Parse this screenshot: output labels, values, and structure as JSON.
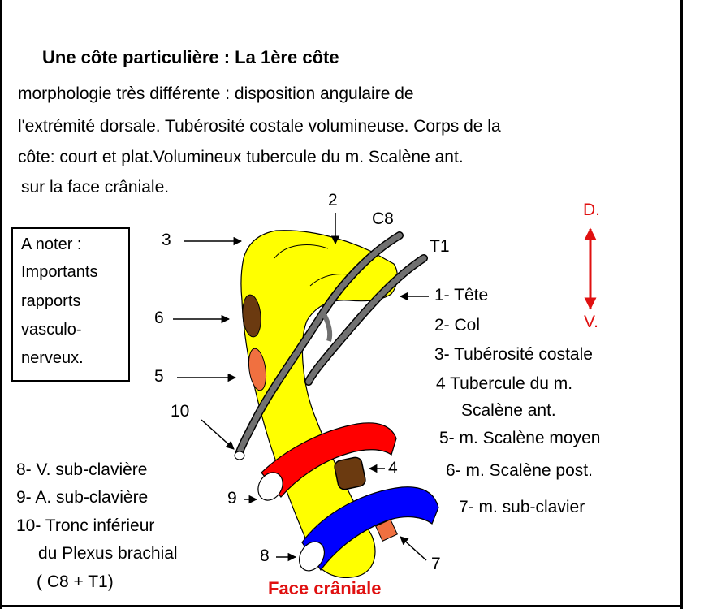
{
  "title": "Une côte particulière : La 1ère côte",
  "description_lines": [
    "morphologie très différente : disposition angulaire de",
    "l'extrémité dorsale. Tubérosité costale volumineuse. Corps de la",
    "côte: court et plat.Volumineux tubercule du  m. Scalène ant.",
    "sur la face  crâniale."
  ],
  "note_lines": [
    "A noter :",
    "Importants",
    "rapports",
    "vasculo-",
    "nerveux."
  ],
  "markers": {
    "n1": "1",
    "n2": "2",
    "n3": "3",
    "n4": "4",
    "n5": "5",
    "n6": "6",
    "n7": "7",
    "n8": "8",
    "n9": "9",
    "n10": "10",
    "c8": "C8",
    "t1": "T1"
  },
  "orientation": {
    "top": "D.",
    "bottom": "V.",
    "color": "#e01010"
  },
  "legend_right": [
    "1- Tête",
    "2- Col",
    "3-  Tubérosité costale",
    "4 Tubercule du m.",
    "Scalène ant.",
    "5- m. Scalène moyen",
    "6- m. Scalène post.",
    "7- m. sub-clavier"
  ],
  "legend_left": [
    "8- V.  sub-clavière",
    "9- A. sub-clavière",
    "10- Tronc inférieur",
    "du Plexus brachial",
    "( C8 + T1)"
  ],
  "caption": "Face crâniale",
  "colors": {
    "rib": "#ffff00",
    "vein": "#0000ff",
    "artery": "#ff0000",
    "nerve": "#707070",
    "muscle_brown": "#6b3a10",
    "muscle_orange": "#f07040",
    "accent_red": "#e01010"
  }
}
